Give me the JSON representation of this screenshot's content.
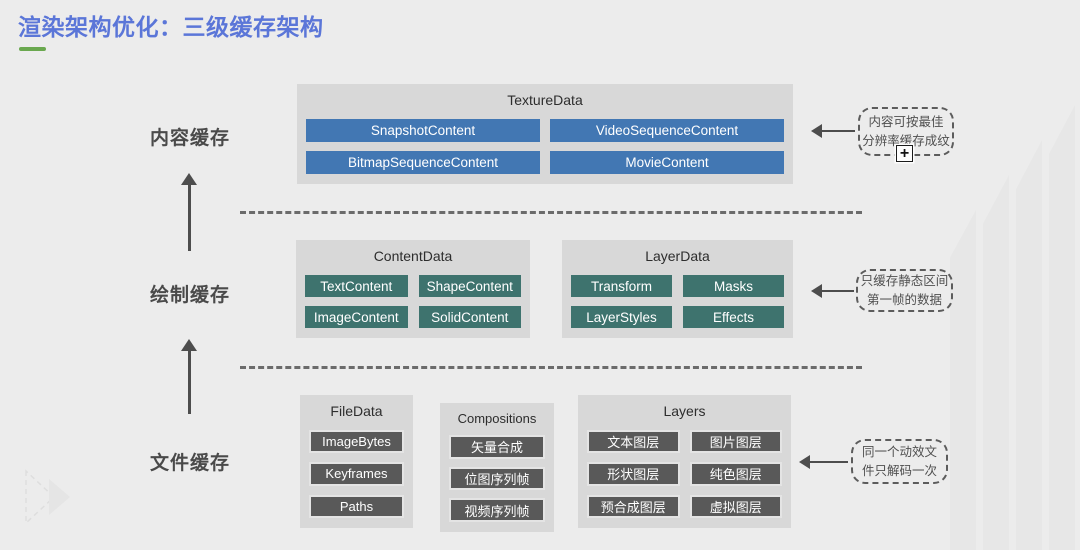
{
  "slide": {
    "title": "渲染架构优化：三级缓存架构",
    "colors": {
      "background": "#ECECEC",
      "title_text": "#5B76D8",
      "accent_underline": "#6aa84f",
      "group_container": "#D8D8D8",
      "blue_box": "#4277B3",
      "teal_box": "#3E736E",
      "dark_box": "#595959",
      "arrow": "#4d4d4d"
    }
  },
  "left_labels": {
    "content_cache": "内容缓存",
    "draw_cache": "绘制缓存",
    "file_cache": "文件缓存"
  },
  "tier1": {
    "texture_data": {
      "title": "TextureData",
      "items": [
        "SnapshotContent",
        "VideoSequenceContent",
        "BitmapSequenceContent",
        "MovieContent"
      ]
    },
    "annotation": {
      "line1": "内容可按最佳",
      "line2": "分辨率缓存成纹"
    }
  },
  "tier2": {
    "content_data": {
      "title": "ContentData",
      "items": [
        "TextContent",
        "ShapeContent",
        "ImageContent",
        "SolidContent"
      ]
    },
    "layer_data": {
      "title": "LayerData",
      "items": [
        "Transform",
        "Masks",
        "LayerStyles",
        "Effects"
      ]
    },
    "annotation": {
      "line1": "只缓存静态区间",
      "line2": "第一帧的数据"
    }
  },
  "tier3": {
    "file_data": {
      "title": "FileData",
      "items": [
        "ImageBytes",
        "Keyframes",
        "Paths"
      ]
    },
    "compositions": {
      "title": "Compositions",
      "items": [
        "矢量合成",
        "位图序列帧",
        "视频序列帧"
      ]
    },
    "layers": {
      "title": "Layers",
      "items": [
        "文本图层",
        "图片图层",
        "形状图层",
        "纯色图层",
        "预合成图层",
        "虚拟图层"
      ]
    },
    "annotation": {
      "line1": "同一个动效文",
      "line2": "件只解码一次"
    }
  },
  "icons": {
    "crosshair_cursor": "+"
  }
}
